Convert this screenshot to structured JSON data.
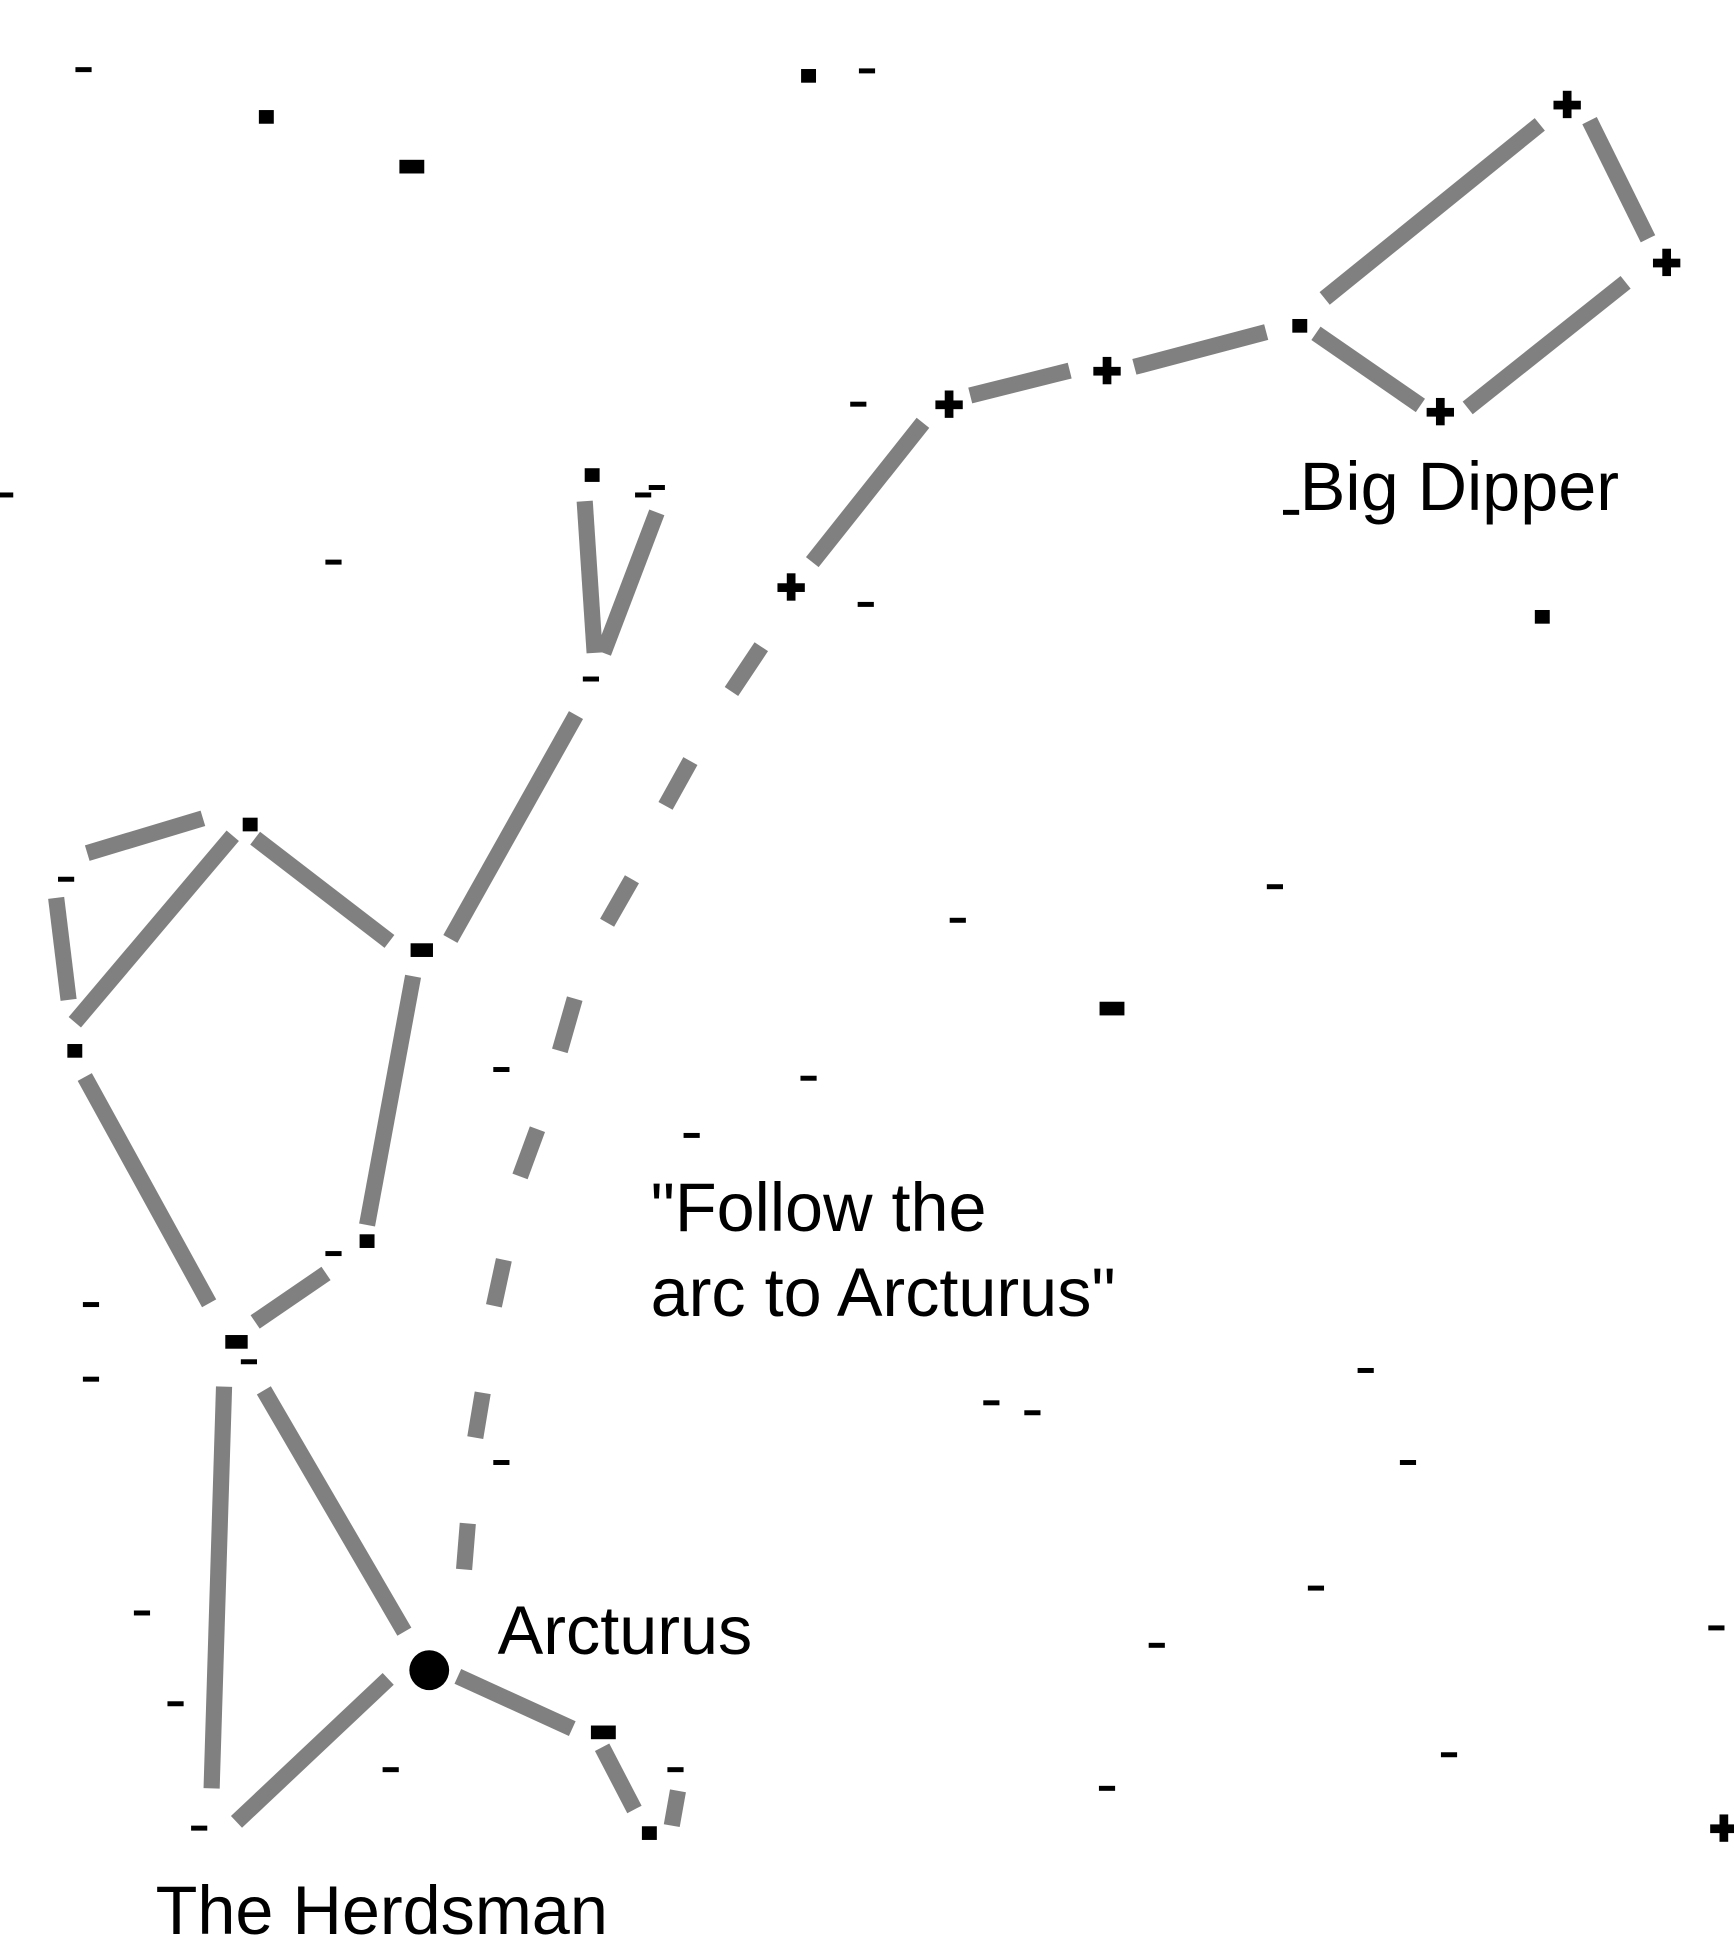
{
  "labels": {
    "big_dipper": "Big Dipper",
    "follow_line1": "\"Follow the",
    "follow_line2": "arc to Arcturus\"",
    "arcturus": "Arcturus",
    "herdsman": "The Herdsman"
  },
  "colors": {
    "line": "#808080",
    "star": "#000000",
    "background": "#ffffff"
  }
}
